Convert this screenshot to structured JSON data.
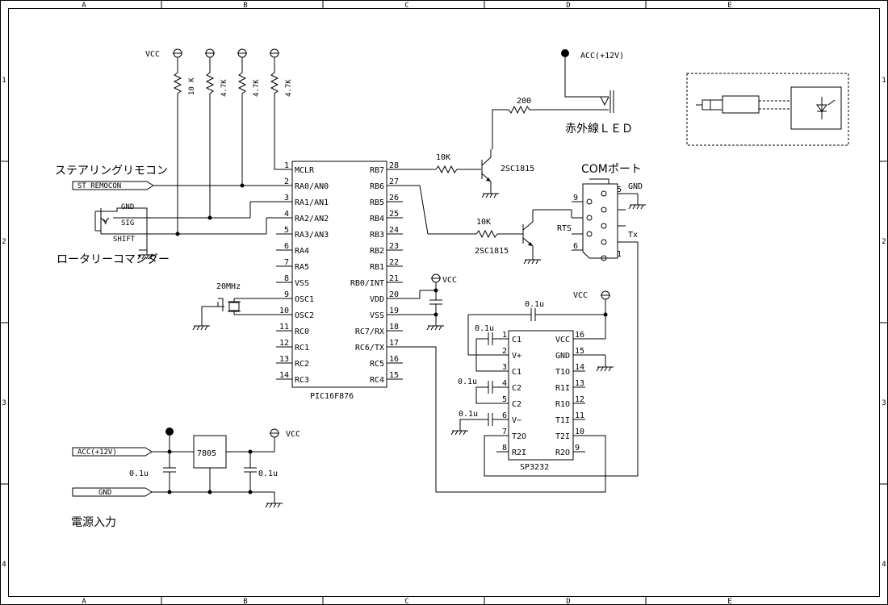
{
  "frame": {
    "cols": [
      "A",
      "B",
      "C",
      "D",
      "E"
    ],
    "rows": [
      "1",
      "2",
      "3",
      "4"
    ]
  },
  "pullups": {
    "vcc": "VCC",
    "r1": "10 K",
    "r2": "4.7K",
    "r3": "4.7K",
    "r4": "4.7K"
  },
  "left": {
    "steering_title": "ステアリングリモコン",
    "st_remocon": "ST_REMOCON",
    "gnd": "GND",
    "sig": "SIG",
    "shift": "SHIFT",
    "v": "V",
    "rotary_title": "ロータリーコマンダー"
  },
  "crystal": {
    "label": "20MHz"
  },
  "pic": {
    "name": "PIC16F876",
    "left_pins": [
      {
        "num": "1",
        "name": "MCLR"
      },
      {
        "num": "2",
        "name": "RA0/AN0"
      },
      {
        "num": "3",
        "name": "RA1/AN1"
      },
      {
        "num": "4",
        "name": "RA2/AN2"
      },
      {
        "num": "5",
        "name": "RA3/AN3"
      },
      {
        "num": "6",
        "name": "RA4"
      },
      {
        "num": "7",
        "name": "RA5"
      },
      {
        "num": "8",
        "name": "VSS"
      },
      {
        "num": "9",
        "name": "OSC1"
      },
      {
        "num": "10",
        "name": "OSC2"
      },
      {
        "num": "11",
        "name": "RC0"
      },
      {
        "num": "12",
        "name": "RC1"
      },
      {
        "num": "13",
        "name": "RC2"
      },
      {
        "num": "14",
        "name": "RC3"
      }
    ],
    "right_pins": [
      {
        "num": "28",
        "name": "RB7"
      },
      {
        "num": "27",
        "name": "RB6"
      },
      {
        "num": "26",
        "name": "RB5"
      },
      {
        "num": "25",
        "name": "RB4"
      },
      {
        "num": "24",
        "name": "RB3"
      },
      {
        "num": "23",
        "name": "RB2"
      },
      {
        "num": "22",
        "name": "RB1"
      },
      {
        "num": "21",
        "name": "RB0/INT"
      },
      {
        "num": "20",
        "name": "VDD"
      },
      {
        "num": "19",
        "name": "VSS"
      },
      {
        "num": "18",
        "name": "RC7/RX"
      },
      {
        "num": "17",
        "name": "RC6/TX"
      },
      {
        "num": "16",
        "name": "RC5"
      },
      {
        "num": "15",
        "name": "RC4"
      }
    ],
    "vcc": "VCC"
  },
  "ir": {
    "acc": "ACC(+12V)",
    "r": "200",
    "label": "赤外線ＬＥＤ",
    "r_base": "10K",
    "transistor": "2SC1815"
  },
  "com": {
    "title": "COMポート",
    "r_base": "10K",
    "transistor": "2SC1815",
    "rts": "RTS",
    "tx": "Tx",
    "gnd": "GND",
    "pin5": "5",
    "pin9": "9",
    "pin6": "6",
    "pin1": "1"
  },
  "sp3232": {
    "name": "SP3232",
    "vcc": "VCC",
    "cap": "0.1u",
    "left_pins": [
      {
        "num": "1",
        "name": "C1"
      },
      {
        "num": "2",
        "name": "V+"
      },
      {
        "num": "3",
        "name": "C1"
      },
      {
        "num": "4",
        "name": "C2"
      },
      {
        "num": "5",
        "name": "C2"
      },
      {
        "num": "6",
        "name": "V−"
      },
      {
        "num": "7",
        "name": "T2O"
      },
      {
        "num": "8",
        "name": "R2I"
      }
    ],
    "right_pins": [
      {
        "num": "16",
        "name": "VCC"
      },
      {
        "num": "15",
        "name": "GND"
      },
      {
        "num": "14",
        "name": "T1O"
      },
      {
        "num": "13",
        "name": "R1I"
      },
      {
        "num": "12",
        "name": "R1O"
      },
      {
        "num": "11",
        "name": "T1I"
      },
      {
        "num": "10",
        "name": "T2I"
      },
      {
        "num": "9",
        "name": "R2O"
      }
    ]
  },
  "power": {
    "acc": "ACC(+12V)",
    "gnd": "GND",
    "reg": "7805",
    "cap_in": "0.1u",
    "cap_out": "0.1u",
    "vcc": "VCC",
    "title": "電源入力"
  }
}
